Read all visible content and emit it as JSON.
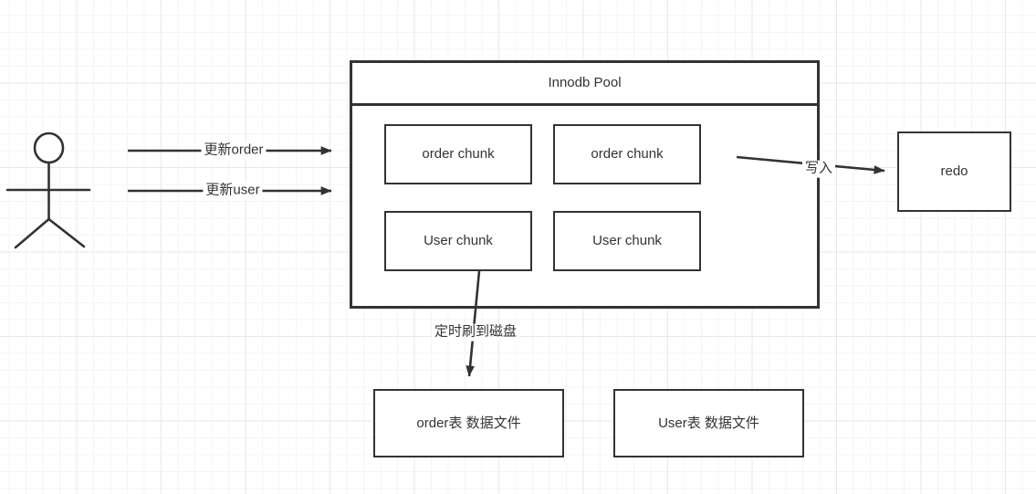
{
  "canvas": {
    "background": "#ffffff",
    "grid_minor_color": "#f4f4f4",
    "grid_major_color": "#e7e7e7"
  },
  "colors": {
    "stroke": "#333333",
    "text": "#333333",
    "node_fill": "#ffffff"
  },
  "pool": {
    "title": "Innodb Pool",
    "chunks": [
      "order chunk",
      "order chunk",
      "User chunk",
      "User chunk"
    ]
  },
  "nodes": {
    "redo": "redo",
    "order_table": "order表 数据文件",
    "user_table": "User表 数据文件"
  },
  "edges": {
    "update_order": "更新order",
    "update_user": "更新user",
    "write": "写入",
    "flush_to_disk": "定时刷到磁盘"
  }
}
